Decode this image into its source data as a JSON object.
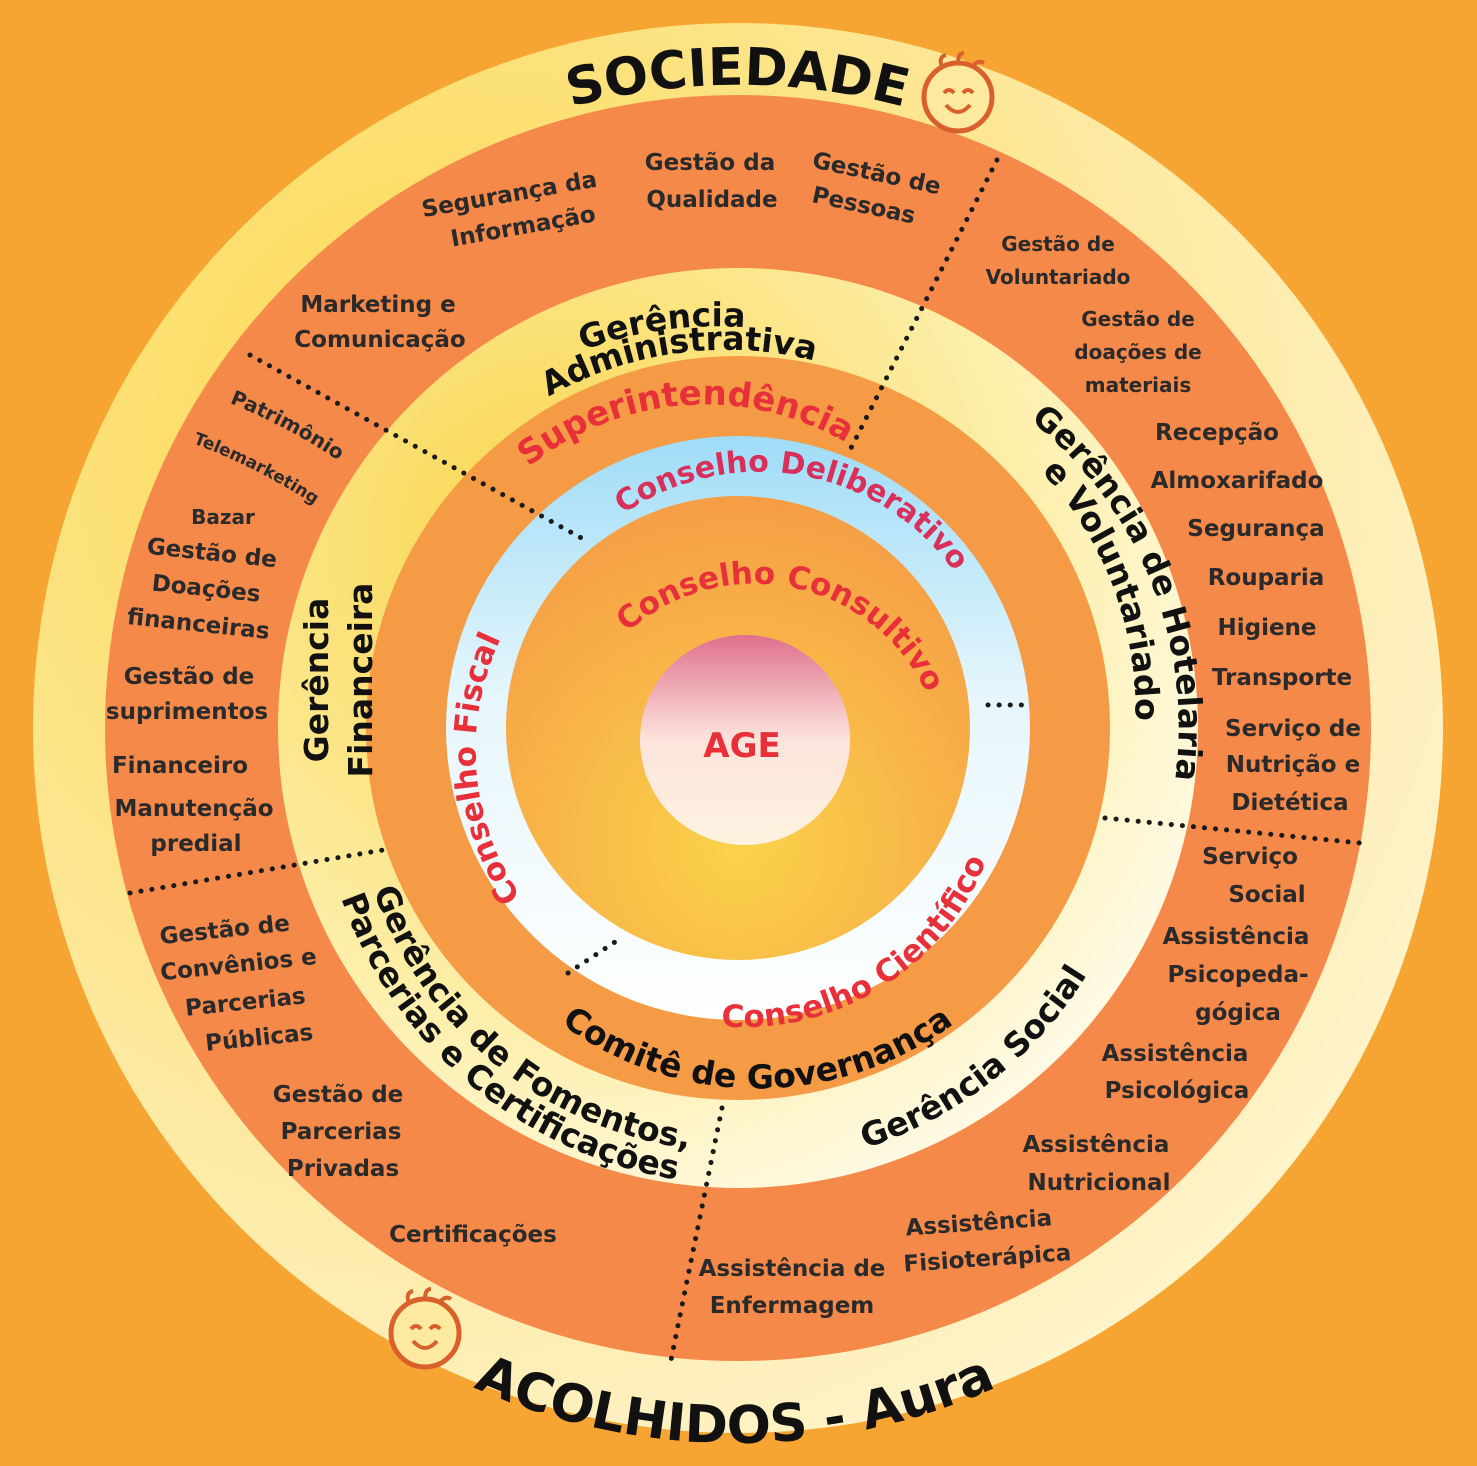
{
  "outer": {
    "top": "SOCIEDADE",
    "bottom": "ACOLHIDOS - Aura"
  },
  "icons": [
    "smiley-face-icon",
    "smiley-face-icon"
  ],
  "colors": {
    "background": "#f7a532",
    "outer_ring": "#fdea9a",
    "orange_ring": "#f5894a",
    "inner_orange": "#f59a45",
    "red_text": "#e8303a"
  },
  "center": "AGE",
  "councils": {
    "consultivo": "Conselho Consultivo",
    "deliberativo": "Conselho Deliberativo",
    "fiscal": "Conselho Fiscal",
    "cientifico": "Conselho Científico"
  },
  "superintendencia": "Superintendência",
  "comite": "Comitê de Governança",
  "gerencias": {
    "administrativa": [
      "Gerência",
      "Administrativa"
    ],
    "hotelaria": [
      "Gerência de Hotelaria",
      "e Voluntariado"
    ],
    "social": "Gerência Social",
    "fomentos": [
      "Gerência de Fomentos,",
      "Parcerias e Certificações"
    ],
    "financeira": [
      "Gerência",
      "Financeira"
    ]
  },
  "administrativa_items": {
    "seguranca_informacao": [
      "Segurança da",
      "Informação"
    ],
    "gestao_qualidade": [
      "Gestão da",
      "Qualidade"
    ],
    "gestao_pessoas": [
      "Gestão de",
      "Pessoas"
    ],
    "marketing": [
      "Marketing e",
      "Comunicação"
    ]
  },
  "hotelaria_items": {
    "voluntariado": [
      "Gestão de",
      "Voluntariado"
    ],
    "doacoes_materiais": [
      "Gestão de",
      "doações de",
      "materiais"
    ],
    "recepcao": "Recepção",
    "almoxarifado": "Almoxarifado",
    "seguranca": "Segurança",
    "rouparia": "Rouparia",
    "higiene": "Higiene",
    "transporte": "Transporte",
    "nutricao": [
      "Serviço de",
      "Nutrição e",
      "Dietética"
    ]
  },
  "social_items": {
    "servico_social": [
      "Serviço",
      "Social"
    ],
    "psicopedagogica": [
      "Assistência",
      "Psicopeda-",
      "gógica"
    ],
    "psicologica": [
      "Assistência",
      "Psicológica"
    ],
    "nutricional": [
      "Assistência",
      "Nutricional"
    ],
    "fisioterapica": [
      "Assistência",
      "Fisioterápica"
    ],
    "enfermagem": [
      "Assistência de",
      "Enfermagem"
    ]
  },
  "fomentos_items": {
    "convenios": [
      "Gestão de",
      "Convênios e",
      "Parcerias",
      "Públicas"
    ],
    "parcerias_privadas": [
      "Gestão de",
      "Parcerias",
      "Privadas"
    ],
    "certificacoes": "Certificações"
  },
  "financeira_items": {
    "patrimonio": "Patrimônio",
    "telemarketing": "Telemarketing",
    "bazar": "Bazar",
    "doacoes_financeiras": [
      "Gestão de",
      "Doações",
      "financeiras"
    ],
    "suprimentos": [
      "Gestão de",
      "suprimentos"
    ],
    "financeiro": "Financeiro",
    "manutencao": [
      "Manutenção",
      "predial"
    ]
  }
}
